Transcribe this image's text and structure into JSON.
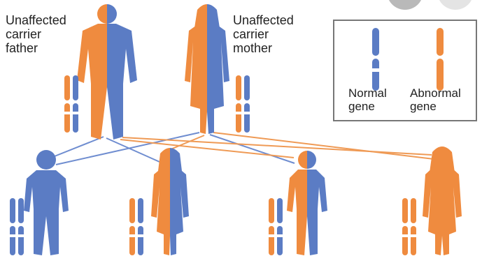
{
  "colors": {
    "normal": "#5b7cc4",
    "abnormal": "#ef8b3f",
    "band": "#ffffff",
    "line_normal": "#6f8dd0",
    "line_abnormal": "#ef9a55"
  },
  "parents": {
    "father": {
      "label": "Unaffected\ncarrier\nfather",
      "fill": "split"
    },
    "mother": {
      "label": "Unaffected\ncarrier\nmother",
      "fill": "split"
    }
  },
  "legend": {
    "normal_label": "Normal\ngene",
    "abnormal_label": "Abnormal\ngene"
  },
  "children": [
    {
      "fill": "normal",
      "chromosomes": [
        "normal",
        "normal"
      ]
    },
    {
      "fill": "split",
      "chromosomes": [
        "abnormal",
        "normal"
      ]
    },
    {
      "fill": "split",
      "chromosomes": [
        "abnormal",
        "normal"
      ]
    },
    {
      "fill": "abnormal",
      "chromosomes": [
        "abnormal",
        "abnormal"
      ]
    }
  ]
}
